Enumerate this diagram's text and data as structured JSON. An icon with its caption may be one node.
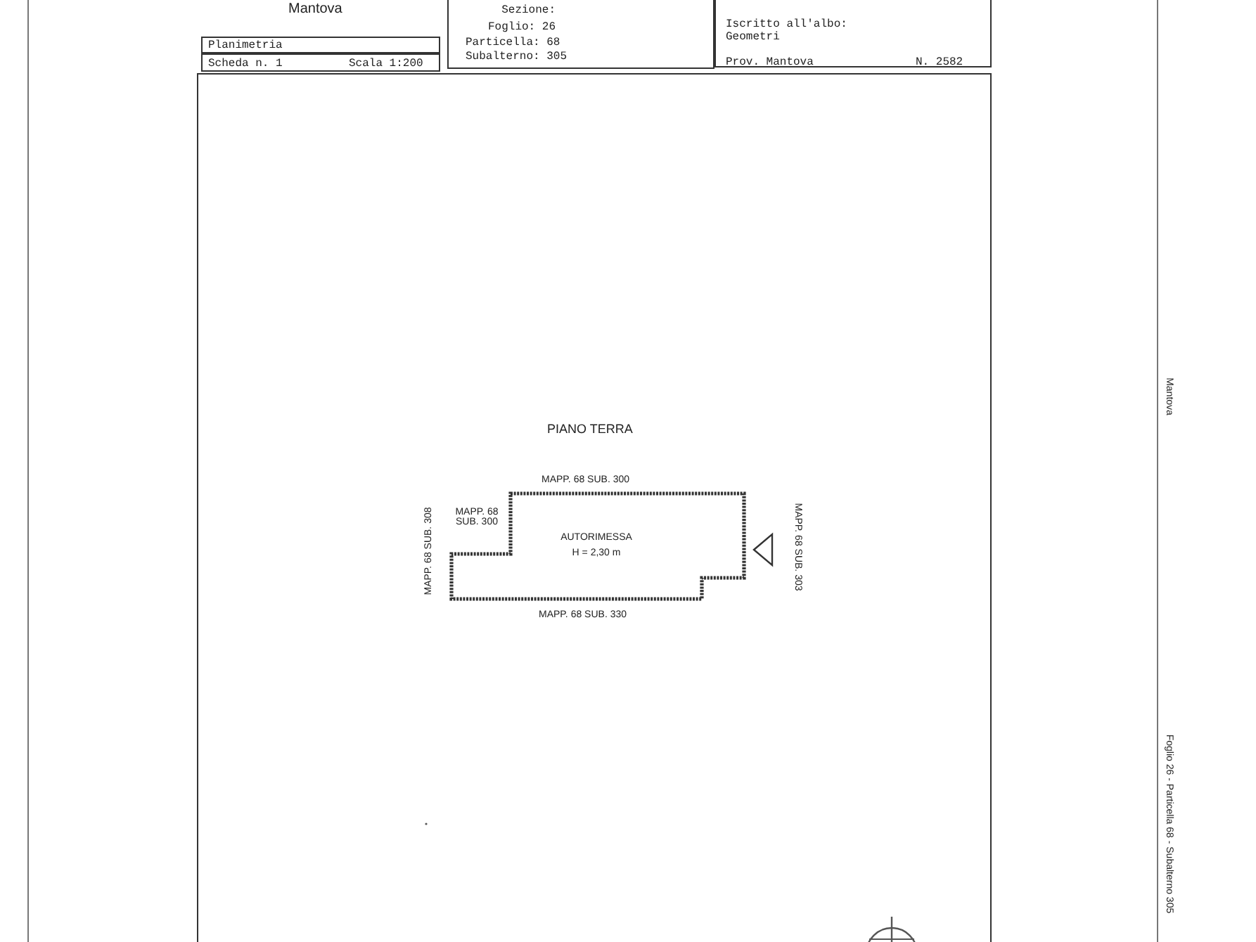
{
  "diagram": {
    "nodes": [
      {
        "text": [
          "Sezione:",
          "Foglio: 26",
          "Particella: 68",
          "Subalterno: 305"
        ]
      },
      {
        "text": [
          "Iscritto all'albo: Geometri",
          "Prov. Mantova",
          "N. 2582"
        ]
      },
      {
        "text": [
          "Planimetria"
        ]
      },
      {
        "text": [
          "Scheda n. 1",
          "Scala 1:200"
        ]
      },
      {
        "text": [
          "PIANO TERRA"
        ]
      },
      {
        "text": [
          "AUTORIMESSA",
          "H = 2,30 m"
        ],
        "in": 4
      }
    ],
    "labels": [
      "Mantova",
      "MAPP. 68 SUB. 300",
      "MAPP. 68 SUB. 300",
      "MAPP. 68 SUB. 308",
      "MAPP. 68 SUB. 330",
      "MAPP. 68 SUB. 303",
      "Foglio 26 - Particella 68 - Subalterno 305",
      "Mantova"
    ]
  }
}
